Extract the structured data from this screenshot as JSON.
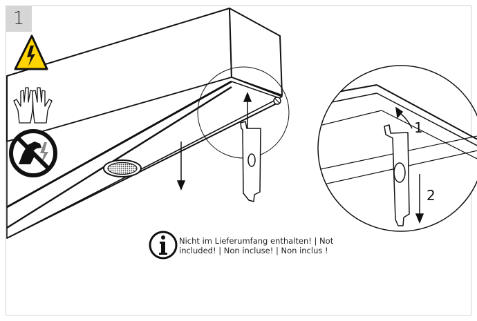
{
  "step": {
    "number": "1"
  },
  "callouts": {
    "rotate": "1",
    "pull": "2"
  },
  "note": {
    "line1": "Nicht im Lieferumfang enthalten! | Not",
    "line2": "included! | Non incluse! | Non inclus !"
  },
  "icons": [
    "electrical-hazard-warning-icon",
    "protective-gloves-icon",
    "do-not-touch-icon",
    "info-icon"
  ],
  "colors": {
    "warning_yellow": "#ffd400",
    "line": "#111111",
    "frame": "#cfcfcf",
    "step_bg": "#d6d6d6"
  }
}
